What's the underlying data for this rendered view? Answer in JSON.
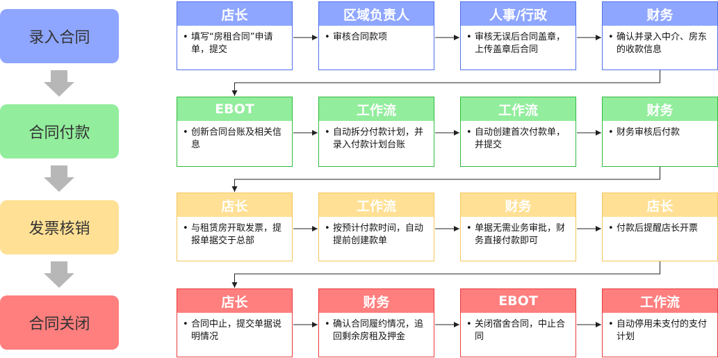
{
  "stages": [
    {
      "label": "录入合同",
      "color": "#8ea6ff"
    },
    {
      "label": "合同付款",
      "color": "#92ed9c"
    },
    {
      "label": "发票核销",
      "color": "#ffe095"
    },
    {
      "label": "合同关闭",
      "color": "#ff7e7e"
    }
  ],
  "rows": [
    {
      "border": "#4d6eea",
      "header_color": "#8ea6ff",
      "boxes": [
        {
          "role": "店长",
          "text": "填写“房租合同”申请单，提交"
        },
        {
          "role": "区域负责人",
          "text": "审核合同款项"
        },
        {
          "role": "人事/行政",
          "text": "审核无误后合同盖章，上传盖章后合同"
        },
        {
          "role": "财务",
          "text": "确认并录入中介、房东的收款信息"
        }
      ]
    },
    {
      "border": "#2fba3d",
      "header_color": "#92ed9c",
      "boxes": [
        {
          "role": "EBOT",
          "text": "创新合同台账及相关信息"
        },
        {
          "role": "工作流",
          "text": "自动拆分付款计划，并录入付款计划台账"
        },
        {
          "role": "工作流",
          "text": "自动创建首次付款单，并提交"
        },
        {
          "role": "财务",
          "text": "财务审核后付款"
        }
      ]
    },
    {
      "border": "#f3c65a",
      "header_color": "#ffe095",
      "boxes": [
        {
          "role": "店长",
          "text": "与租赁房开取发票，提报单据交于总部"
        },
        {
          "role": "工作流",
          "text": "按预计付款时间，自动提前创建款单"
        },
        {
          "role": "财务",
          "text": "单据无需业务审批，财务直接付款即可"
        },
        {
          "role": "店长",
          "text": "付款后提醒店长开票"
        }
      ]
    },
    {
      "border": "#e83a3a",
      "header_color": "#ff7e7e",
      "boxes": [
        {
          "role": "店长",
          "text": "合同中止，提交单据说明情况"
        },
        {
          "role": "财务",
          "text": "确认合同履约情况，追回剩余房租及押金"
        },
        {
          "role": "EBOT",
          "text": "关闭宿舍合同，中止合同"
        },
        {
          "role": "工作流",
          "text": "自动停用未支付的支付计划"
        }
      ]
    }
  ]
}
